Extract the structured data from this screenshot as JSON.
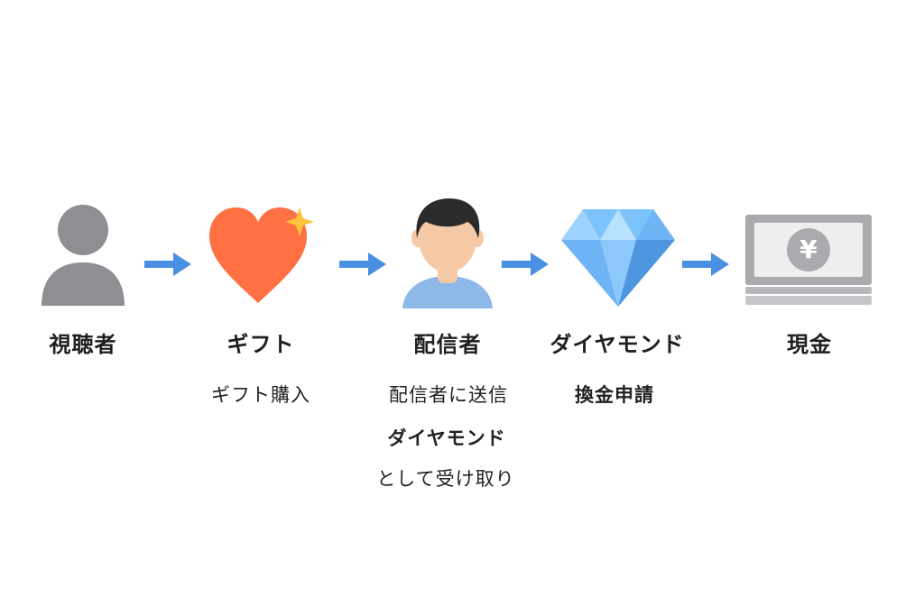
{
  "flow": {
    "nodes": [
      {
        "id": "viewer",
        "label": "視聴者",
        "icon": "person-icon"
      },
      {
        "id": "gift",
        "label": "ギフト",
        "icon": "heart-sparkle-icon"
      },
      {
        "id": "streamer",
        "label": "配信者",
        "icon": "streamer-avatar-icon"
      },
      {
        "id": "diamond",
        "label": "ダイヤモンド",
        "icon": "diamond-icon"
      },
      {
        "id": "cash",
        "label": "現金",
        "icon": "yen-banknote-icon"
      }
    ],
    "captions": {
      "gift_purchase": "ギフト購入",
      "send_to_streamer": "配信者に送信",
      "receive_line1": "ダイヤモンド",
      "receive_line2": "として受け取り",
      "exchange_request": "換金申請"
    }
  },
  "colors": {
    "arrow": "#4A90E2",
    "person": "#8E8E93",
    "heart": "#FF7043",
    "sparkle": "#FFC23D",
    "skin": "#F6C9A6",
    "hair": "#2B2B2B",
    "shirt": "#8DB8E8",
    "diamond_light": "#9FD3FF",
    "diamond_mid": "#6FB4F5",
    "diamond_dark": "#4E97E0",
    "banknote": "#A9ABAE",
    "banknote_light": "#EFEFEF"
  }
}
